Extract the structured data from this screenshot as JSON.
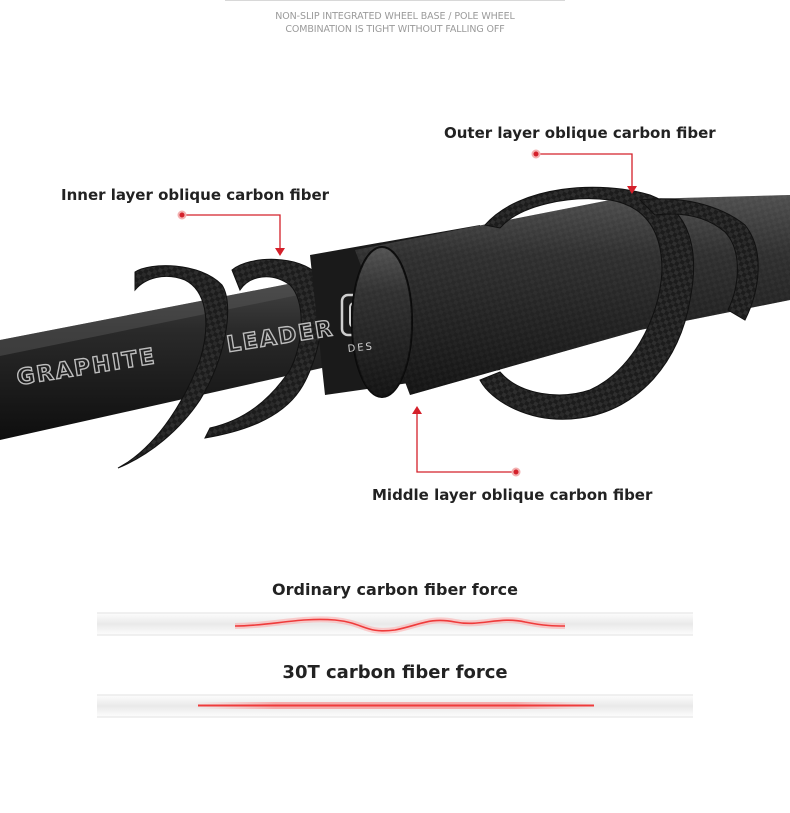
{
  "top_caption": {
    "line1": "NON-SLIP INTEGRATED WHEEL BASE / POLE WHEEL",
    "line2": "COMBINATION IS TIGHT WITHOUT FALLING OFF"
  },
  "callouts": {
    "outer": "Outer layer oblique carbon fiber",
    "inner": "Inner layer oblique carbon fiber",
    "middle": "Middle layer oblique carbon fiber"
  },
  "rod_text": {
    "brand": "GRAPHITE",
    "series": "LEADER",
    "design": "DES"
  },
  "comparison": {
    "ordinary_title": "Ordinary carbon fiber force",
    "t30_title": "30T carbon fiber force"
  },
  "colors": {
    "accent_red": "#d4202a",
    "carbon_dark": "#1f1f1f",
    "glow_red": "#ff5a5a"
  }
}
